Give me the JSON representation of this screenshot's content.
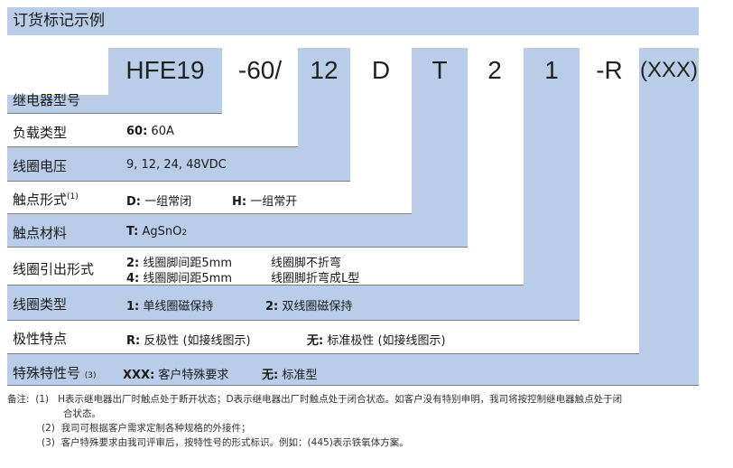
{
  "title": "订货标记示例",
  "code": [
    "HFE19",
    "-60/",
    "12",
    "D",
    "T",
    "2",
    "1",
    "-R",
    "(XXX)"
  ],
  "rows": [
    {
      "label": "继电器型号",
      "values": []
    },
    {
      "label": "负载类型",
      "values": [
        {
          "key": "60:",
          "text": " 60A"
        }
      ]
    },
    {
      "label": "线圈电压",
      "values": [
        {
          "key": "",
          "text": "9, 12, 24, 48VDC"
        }
      ]
    },
    {
      "label": "触点形式",
      "sup": "(1)",
      "values": [
        {
          "key": "D:",
          "text": " 一组常闭"
        },
        {
          "key": "H:",
          "text": " 一组常开"
        }
      ]
    },
    {
      "label": "触点材料",
      "values": [
        {
          "key": "T:",
          "text": " AgSnO",
          "sub": "2"
        }
      ]
    },
    {
      "label": "线圈引出形式",
      "values": [
        {
          "key": "2:",
          "text": " 线圈脚间距5mm",
          "extra": "线圈脚不折弯"
        },
        {
          "key": "4:",
          "text": " 线圈脚间距5mm",
          "extra": "线圈脚折弯成L型"
        }
      ]
    },
    {
      "label": "线圈类型",
      "values": [
        {
          "key": "1:",
          "text": " 单线圈磁保持"
        },
        {
          "key": "2:",
          "text": " 双线圈磁保持"
        }
      ]
    },
    {
      "label": "极性特点",
      "values": [
        {
          "key": "R:",
          "text": " 反极性 (如接线图示)"
        },
        {
          "key": "无:",
          "text": " 标准极性 (如接线图示)"
        }
      ]
    },
    {
      "label": "特殊特性号",
      "sub": "(3)",
      "values": [
        {
          "key": "XXX:",
          "text": " 客户特殊要求"
        },
        {
          "key": "无:",
          "text": " 标准型"
        }
      ]
    }
  ],
  "notes": [
    {
      "prefix": "备注:",
      "num": "(1)",
      "text": "H表示继电器出厂时触点处于断开状态；D表示继电器出厂时触点处于闭合状态。如客户没有特别申明，我司将按控制继电器触点处于闭"
    },
    {
      "prefix": "",
      "num": "",
      "text": "合状态。"
    },
    {
      "prefix": "",
      "num": "(2)",
      "text": "我司可根据客户需求定制各种规格的外接件；"
    },
    {
      "prefix": "",
      "num": "(3)",
      "text": "客户特殊要求由我司评审后，按特性号的形式标识。例如：(445)表示铁氧体方案。"
    }
  ]
}
